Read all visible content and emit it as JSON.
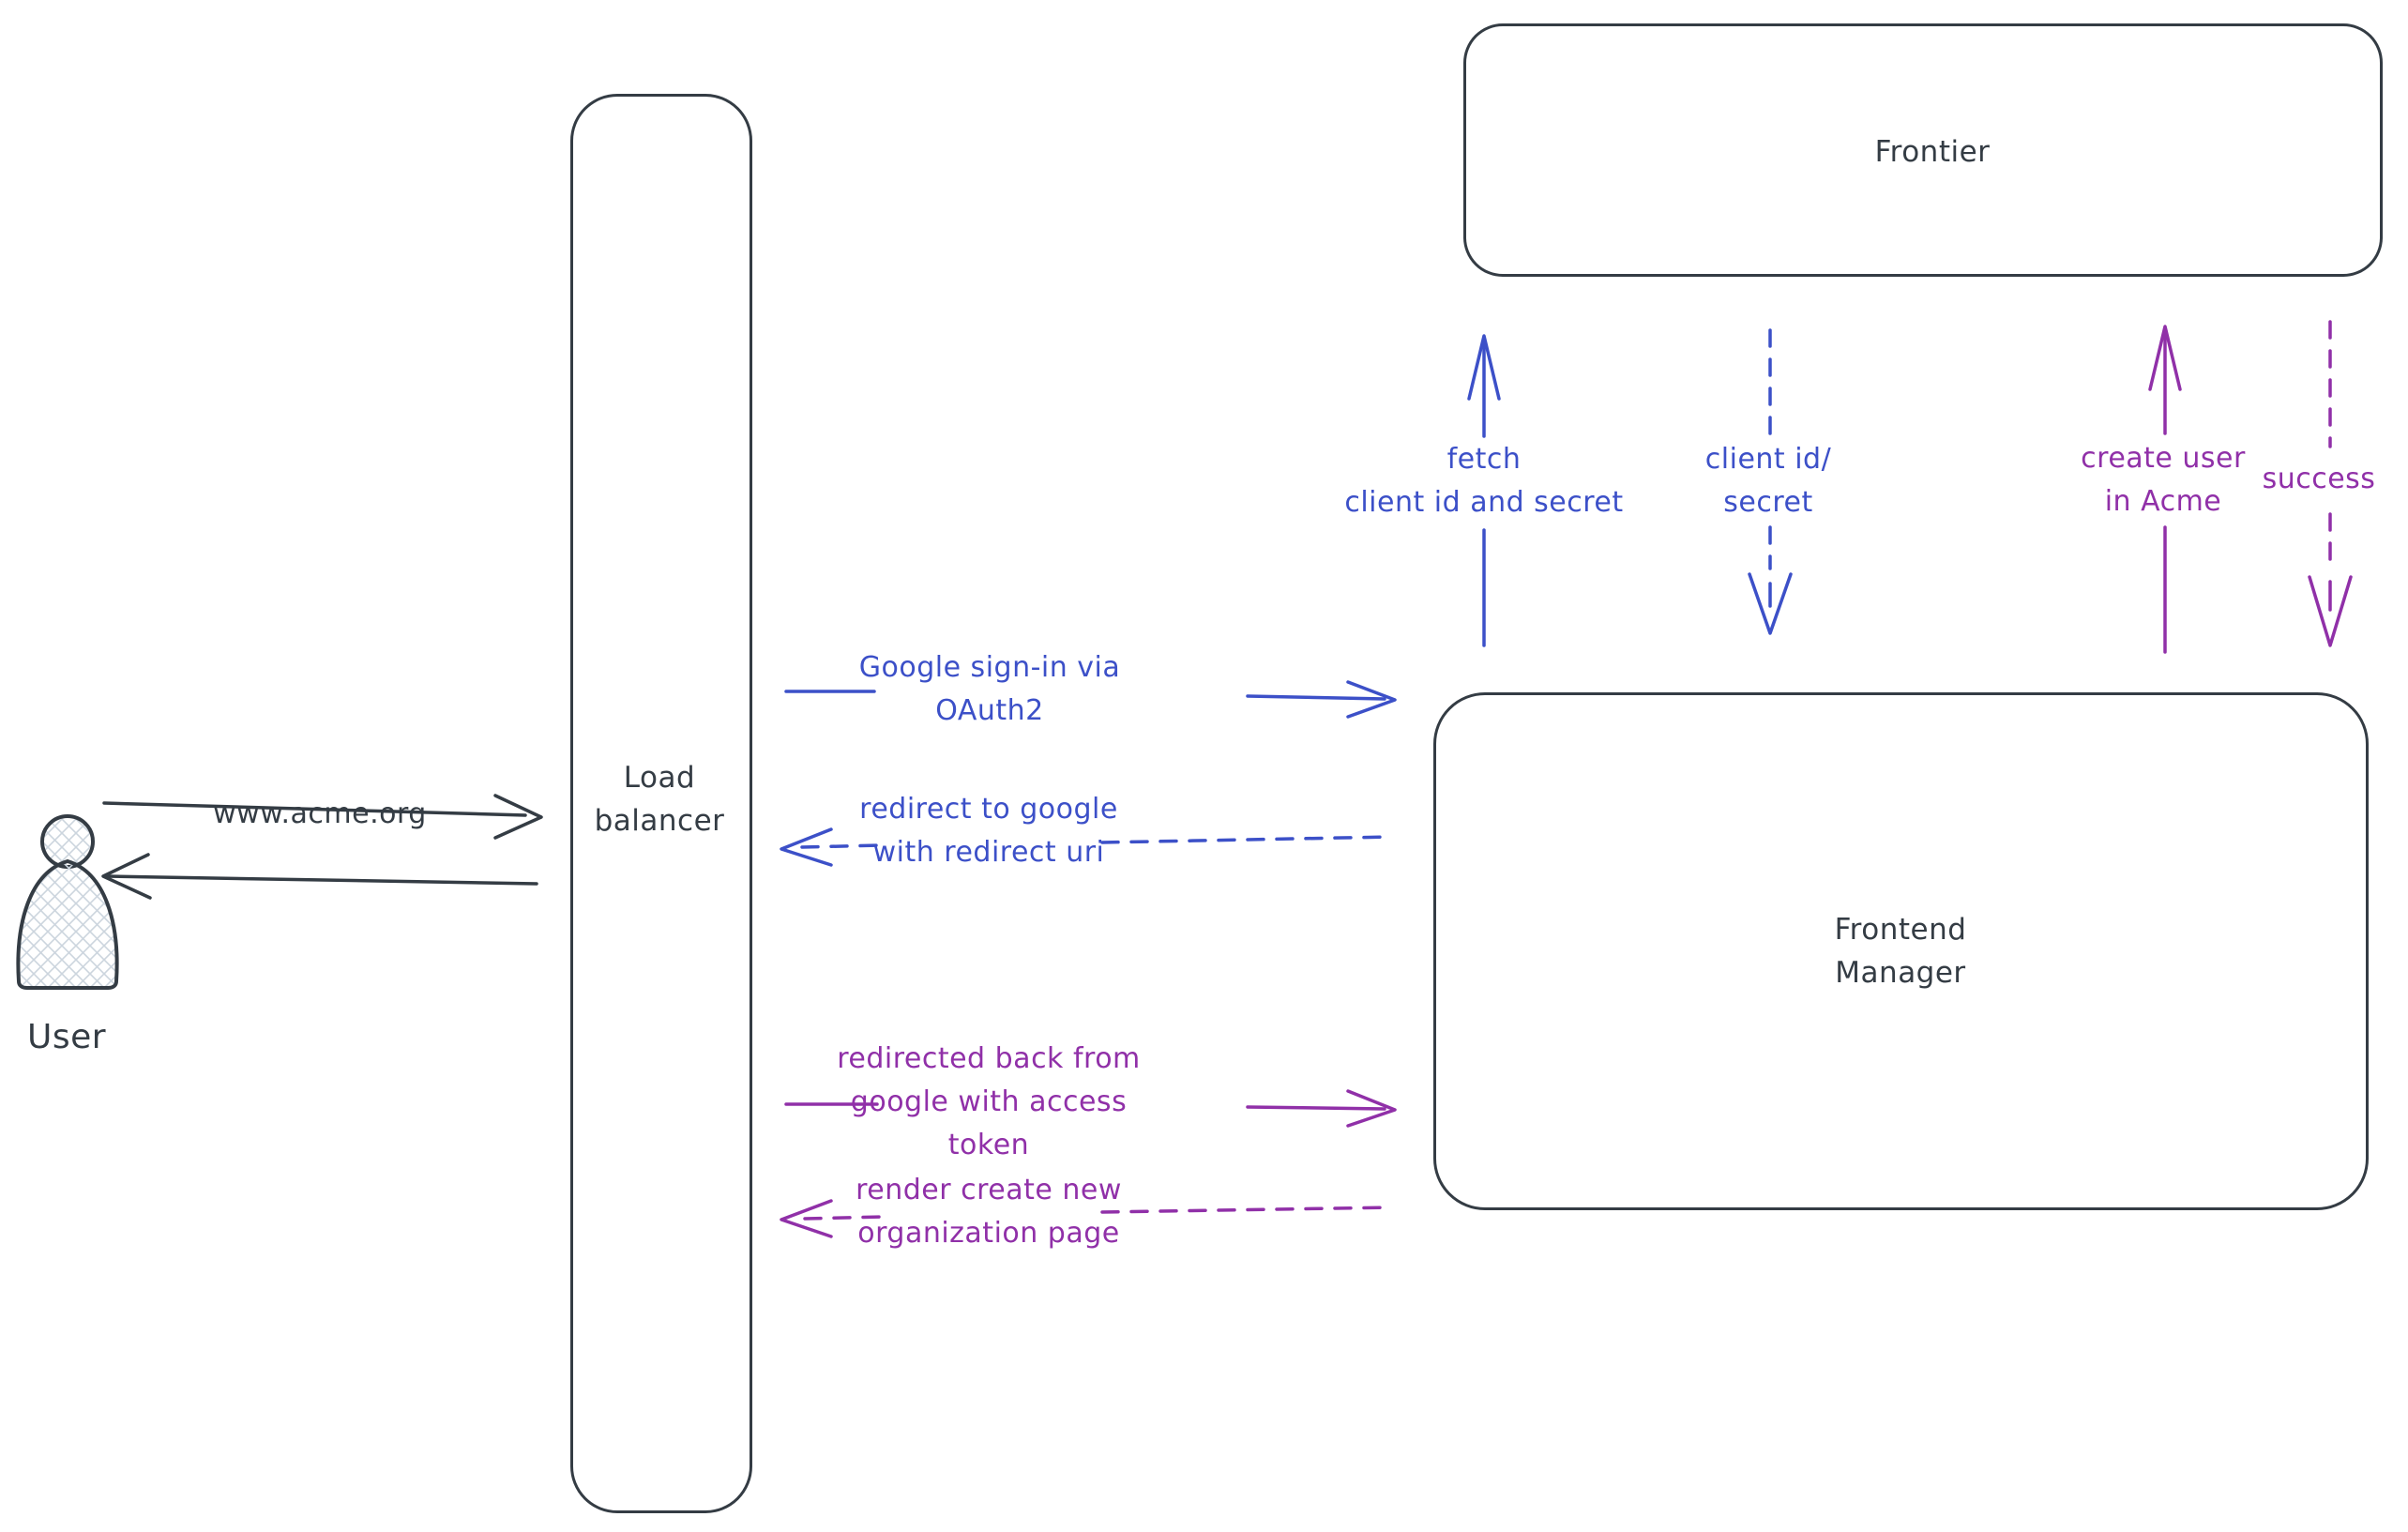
{
  "diagram_type": "hand-drawn-architecture-flow",
  "colors": {
    "background": "#ffffff",
    "dark": "#343c44",
    "blue": "#3c50c8",
    "purple": "#9030a8",
    "hatch": "#ccd5de"
  },
  "nodes": {
    "user": {
      "label": "User"
    },
    "load_balancer": {
      "label": "Load\nbalancer"
    },
    "frontier": {
      "label": "Frontier"
    },
    "frontend_manager": {
      "label": "Frontend\nManager"
    }
  },
  "edges": {
    "user_to_lb": {
      "label": "www.acme.org",
      "style": "solid",
      "color": "dark",
      "from": "User",
      "to": "Load balancer"
    },
    "lb_to_user": {
      "label": "",
      "style": "solid",
      "color": "dark",
      "from": "Load balancer",
      "to": "User"
    },
    "google_signin": {
      "label": "Google sign-in via\nOAuth2",
      "style": "solid",
      "color": "blue",
      "from": "Load balancer",
      "to": "Frontend Manager"
    },
    "redirect_to_google": {
      "label": "redirect to google\nwith redirect uri",
      "style": "dashed",
      "color": "blue",
      "from": "Frontend Manager",
      "to": "Load balancer"
    },
    "redirected_back": {
      "label": "redirected back from\ngoogle with access\ntoken",
      "style": "solid",
      "color": "purple",
      "from": "Load balancer",
      "to": "Frontend Manager"
    },
    "render_org_page": {
      "label": "render create new\norganization page",
      "style": "dashed",
      "color": "purple",
      "from": "Frontend Manager",
      "to": "Load balancer"
    },
    "fetch_client_secret": {
      "label": "fetch\nclient id and secret",
      "style": "solid",
      "color": "blue",
      "from": "Frontend Manager",
      "to": "Frontier"
    },
    "client_id_secret": {
      "label": "client id/\nsecret",
      "style": "dashed",
      "color": "blue",
      "from": "Frontier",
      "to": "Frontend Manager"
    },
    "create_user": {
      "label": "create user\nin Acme",
      "style": "solid",
      "color": "purple",
      "from": "Frontend Manager",
      "to": "Frontier"
    },
    "success": {
      "label": "success",
      "style": "dashed",
      "color": "purple",
      "from": "Frontier",
      "to": "Frontend Manager"
    }
  }
}
